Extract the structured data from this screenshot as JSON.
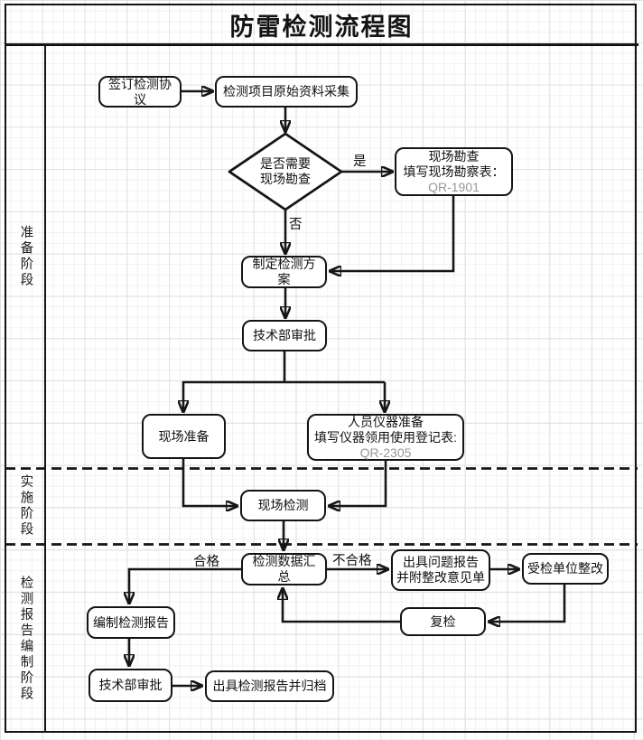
{
  "title": "防雷检测流程图",
  "sidebar": {
    "phase1": "准备阶段",
    "phase2": "实施阶段",
    "phase3": "检测报告编制阶段"
  },
  "nodes": {
    "sign_agreement": {
      "label": "签订检测协议"
    },
    "collect_data": {
      "label": "检测项目原始资料采集"
    },
    "need_survey": {
      "line1": "是否需要",
      "line2": "现场勘查"
    },
    "site_survey": {
      "line1": "现场勘查",
      "line2": "填写现场勘察表：",
      "code": "QR-1901"
    },
    "make_plan": {
      "label": "制定检测方案"
    },
    "tech_approval_1": {
      "label": "技术部审批"
    },
    "site_prep": {
      "label": "现场准备"
    },
    "staff_prep": {
      "line1": "人员仪器准备",
      "line2": "填写仪器领用使用登记表:",
      "code": "QR-2305"
    },
    "site_test": {
      "label": "现场检测"
    },
    "data_summary": {
      "label": "检测数据汇总"
    },
    "problem_report": {
      "line1": "出具问题报告",
      "line2": "并附整改意见单"
    },
    "unit_rectify": {
      "label": "受检单位整改"
    },
    "recheck": {
      "label": "复检"
    },
    "compile_report": {
      "label": "编制检测报告"
    },
    "tech_approval_2": {
      "label": "技术部审批"
    },
    "issue_report": {
      "label": "出具检测报告并归档"
    }
  },
  "edge_labels": {
    "yes": "是",
    "no": "否",
    "pass": "合格",
    "fail": "不合格"
  },
  "colors": {
    "stroke": "#161616",
    "code_text": "#979797",
    "grid_minor": "#f1f1f1",
    "grid_major": "#e2e2e2"
  }
}
